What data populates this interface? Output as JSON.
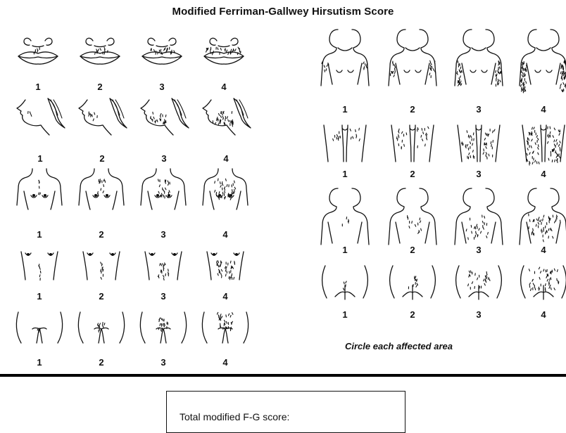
{
  "title": "Modified Ferriman-Gallwey Hirsutism Score",
  "grade_labels": [
    "1",
    "2",
    "3",
    "4"
  ],
  "body_areas": [
    {
      "area": "upper-lip",
      "grades": [
        1,
        2,
        3,
        4
      ]
    },
    {
      "area": "chin",
      "grades": [
        1,
        2,
        3,
        4
      ]
    },
    {
      "area": "chest",
      "grades": [
        1,
        2,
        3,
        4
      ]
    },
    {
      "area": "upper-abdomen",
      "grades": [
        1,
        2,
        3,
        4
      ]
    },
    {
      "area": "lower-abdomen",
      "grades": [
        1,
        2,
        3,
        4
      ]
    },
    {
      "area": "upper-arm",
      "grades": [
        1,
        2,
        3,
        4
      ]
    },
    {
      "area": "thigh",
      "grades": [
        1,
        2,
        3,
        4
      ]
    },
    {
      "area": "upper-back",
      "grades": [
        1,
        2,
        3,
        4
      ]
    },
    {
      "area": "lower-back",
      "grades": [
        1,
        2,
        3,
        4
      ]
    }
  ],
  "instruction": "Circle each affected area",
  "total": {
    "label": "Total modified F-G score:",
    "value": ""
  }
}
